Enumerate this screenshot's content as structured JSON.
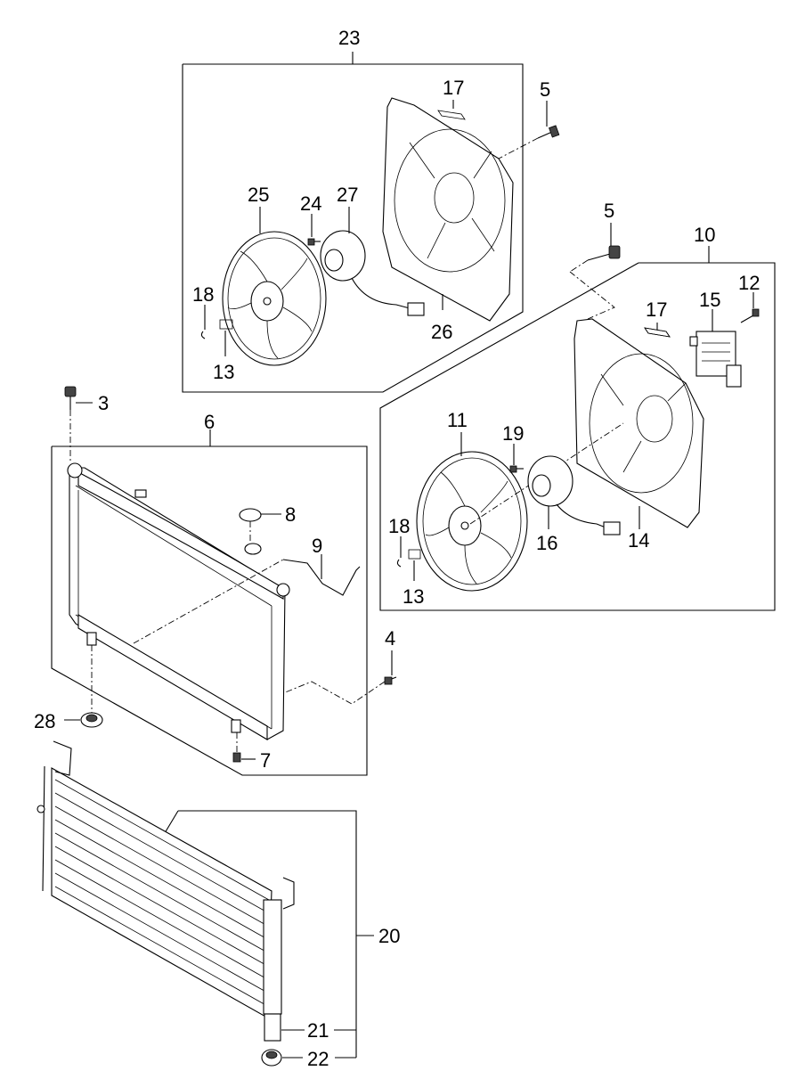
{
  "callouts": {
    "c3": "3",
    "c4": "4",
    "c5a": "5",
    "c5b": "5",
    "c6": "6",
    "c7": "7",
    "c8": "8",
    "c9": "9",
    "c10": "10",
    "c11": "11",
    "c12": "12",
    "c13a": "13",
    "c13b": "13",
    "c14": "14",
    "c15": "15",
    "c16": "16",
    "c17a": "17",
    "c17b": "17",
    "c18a": "18",
    "c18b": "18",
    "c19": "19",
    "c20": "20",
    "c21": "21",
    "c22": "22",
    "c23": "23",
    "c24": "24",
    "c25": "25",
    "c26": "26",
    "c27": "27",
    "c28": "28"
  },
  "colors": {
    "line": "#000000",
    "background": "#ffffff",
    "shade": "#444444"
  }
}
